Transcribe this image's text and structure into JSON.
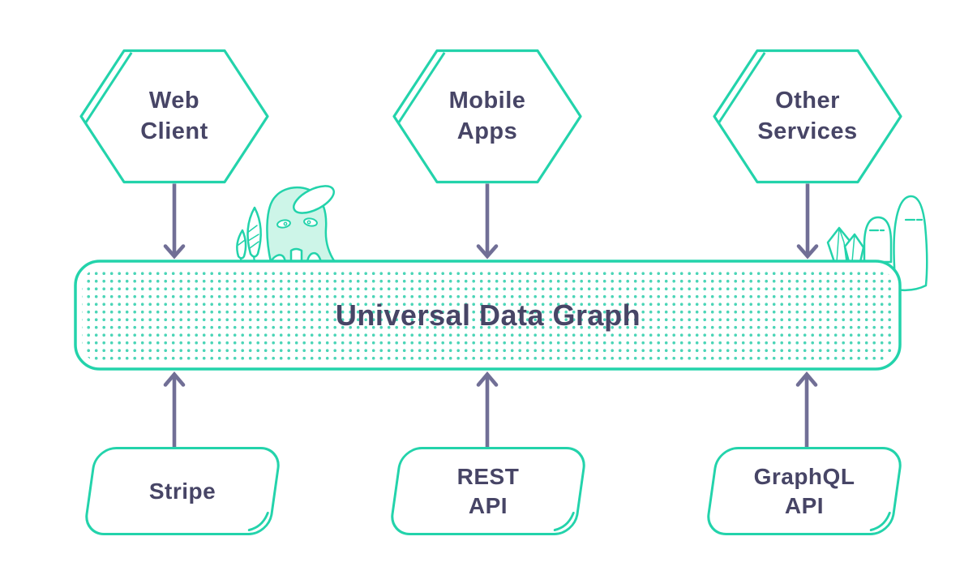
{
  "diagram": {
    "title": "Universal Data Graph",
    "sources": [
      {
        "label": "Web\nClient"
      },
      {
        "label": "Mobile\nApps"
      },
      {
        "label": "Other\nServices"
      }
    ],
    "backends": [
      {
        "label": "Stripe"
      },
      {
        "label": "REST\nAPI"
      },
      {
        "label": "GraphQL\nAPI"
      }
    ],
    "decorations": [
      "ghost-mascot",
      "plant-leaves",
      "crystals",
      "hills"
    ],
    "colors": {
      "teal": "#23d3ab",
      "teal_fill": "#cdf5e8",
      "dot": "#4bd5b7",
      "text": "#474566",
      "arrow": "#716f96",
      "background": "#ffffff"
    }
  }
}
